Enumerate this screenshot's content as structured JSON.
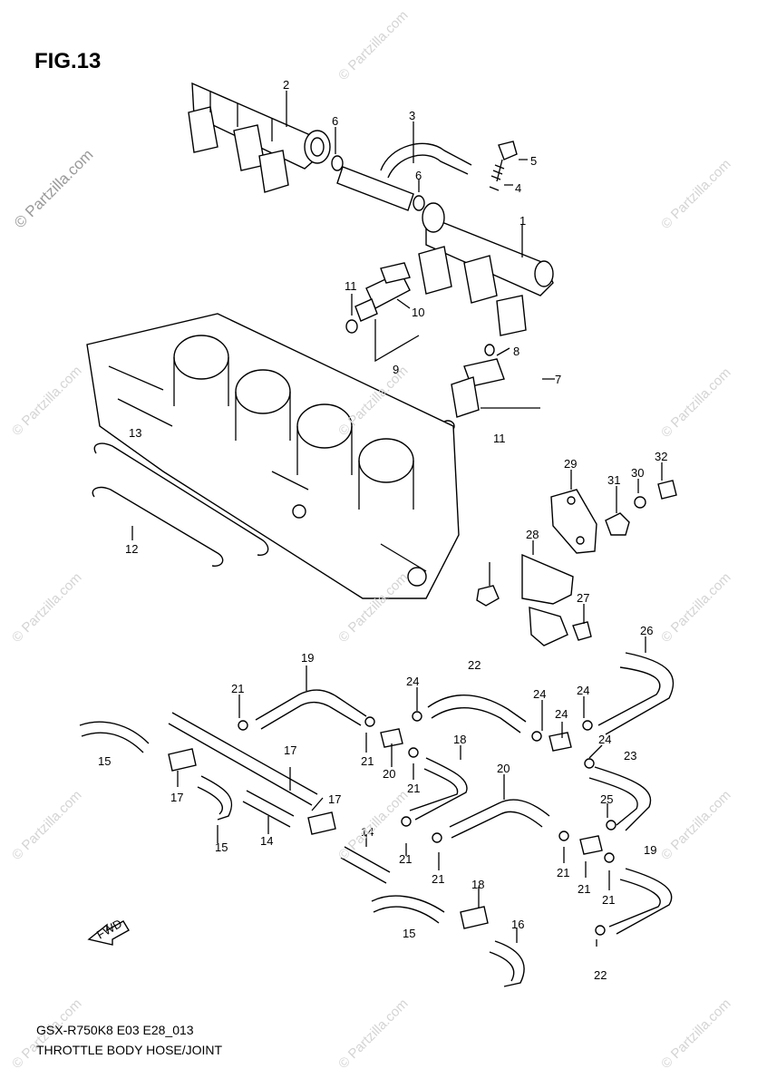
{
  "figure": {
    "title": "FIG.13",
    "model_code": "GSX-R750K8 E03 E28_013",
    "caption": "THROTTLE BODY HOSE/JOINT",
    "direction_marker": "FWD"
  },
  "watermark": {
    "text": "© Partzilla.com"
  },
  "callouts": [
    "1",
    "2",
    "3",
    "4",
    "5",
    "6",
    "6",
    "7",
    "8",
    "9",
    "10",
    "11",
    "11",
    "12",
    "13",
    "14",
    "14",
    "15",
    "15",
    "15",
    "16",
    "17",
    "17",
    "17",
    "18",
    "18",
    "19",
    "19",
    "20",
    "20",
    "21",
    "21",
    "21",
    "21",
    "21",
    "21",
    "21",
    "21",
    "22",
    "22",
    "23",
    "24",
    "24",
    "24",
    "24",
    "24",
    "25",
    "26",
    "27",
    "28",
    "29",
    "30",
    "31",
    "32"
  ]
}
